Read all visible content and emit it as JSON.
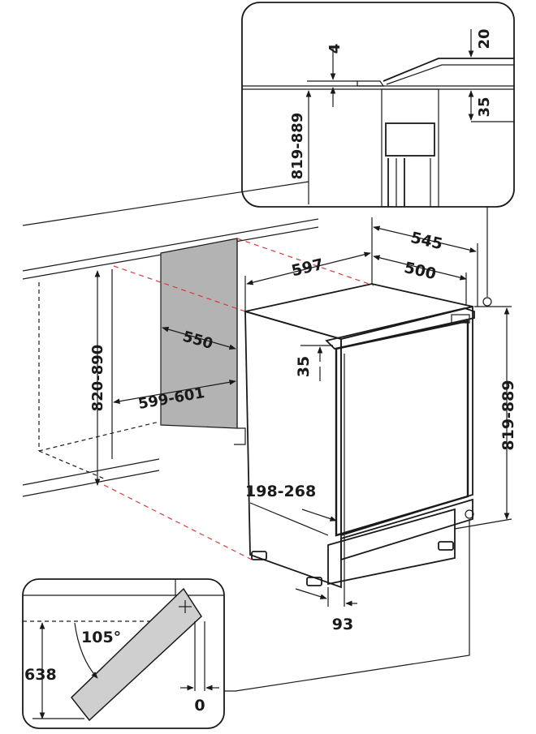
{
  "colors": {
    "line": "#1a1a1a",
    "guide": "#d93a3a",
    "panel": "#b3b3b3",
    "door_swing": "#cfcfcf"
  },
  "icons": [
    "arrow-icon",
    "plus-icon"
  ],
  "dimensions": {
    "top_width": "545",
    "appliance_width": "597",
    "appliance_depth": "500",
    "niche_depth": "550",
    "niche_width": "599-601",
    "niche_height": "820-890",
    "appliance_height": "819-889",
    "door_offset": "35",
    "plinth_height": "198-268",
    "foot_depth": "93"
  },
  "detail_top": {
    "gap": "4",
    "thickness": "20",
    "offset": "35",
    "height": "819-889"
  },
  "detail_door": {
    "angle": "105°",
    "height": "638",
    "clearance": "0"
  }
}
